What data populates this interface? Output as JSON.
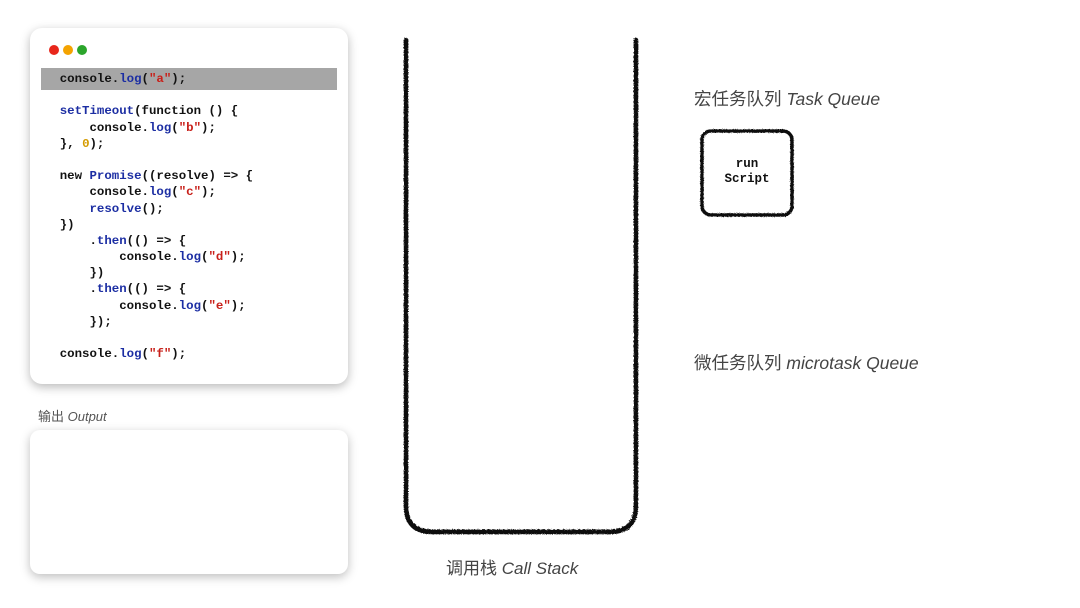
{
  "colors": {
    "traffic_red": "#e8261b",
    "traffic_yellow": "#f4a300",
    "traffic_green": "#2ba52b",
    "highlight": "#a6a6a6",
    "code_function": "#1c2ea3",
    "code_string": "#c8201a",
    "code_number": "#d49b00",
    "rough_stroke": "#111111"
  },
  "code_window": {
    "highlighted_line_index": 0,
    "lines": [
      [
        {
          "t": "    console.",
          "c": "plain"
        },
        {
          "t": "log",
          "c": "fn"
        },
        {
          "t": "(",
          "c": "plain"
        },
        {
          "t": "\"a\"",
          "c": "str"
        },
        {
          "t": ");",
          "c": "plain"
        }
      ],
      [],
      [
        {
          "t": "    ",
          "c": "plain"
        },
        {
          "t": "setTimeout",
          "c": "fn"
        },
        {
          "t": "(function () {",
          "c": "plain"
        }
      ],
      [
        {
          "t": "        console.",
          "c": "plain"
        },
        {
          "t": "log",
          "c": "fn"
        },
        {
          "t": "(",
          "c": "plain"
        },
        {
          "t": "\"b\"",
          "c": "str"
        },
        {
          "t": ");",
          "c": "plain"
        }
      ],
      [
        {
          "t": "    }, ",
          "c": "plain"
        },
        {
          "t": "0",
          "c": "num"
        },
        {
          "t": ");",
          "c": "plain"
        }
      ],
      [],
      [
        {
          "t": "    new ",
          "c": "plain"
        },
        {
          "t": "Promise",
          "c": "fn"
        },
        {
          "t": "((resolve) => {",
          "c": "plain"
        }
      ],
      [
        {
          "t": "        console.",
          "c": "plain"
        },
        {
          "t": "log",
          "c": "fn"
        },
        {
          "t": "(",
          "c": "plain"
        },
        {
          "t": "\"c\"",
          "c": "str"
        },
        {
          "t": ");",
          "c": "plain"
        }
      ],
      [
        {
          "t": "        ",
          "c": "plain"
        },
        {
          "t": "resolve",
          "c": "fn"
        },
        {
          "t": "();",
          "c": "plain"
        }
      ],
      [
        {
          "t": "    })",
          "c": "plain"
        }
      ],
      [
        {
          "t": "        .",
          "c": "plain"
        },
        {
          "t": "then",
          "c": "fn"
        },
        {
          "t": "(() => {",
          "c": "plain"
        }
      ],
      [
        {
          "t": "            console.",
          "c": "plain"
        },
        {
          "t": "log",
          "c": "fn"
        },
        {
          "t": "(",
          "c": "plain"
        },
        {
          "t": "\"d\"",
          "c": "str"
        },
        {
          "t": ");",
          "c": "plain"
        }
      ],
      [
        {
          "t": "        })",
          "c": "plain"
        }
      ],
      [
        {
          "t": "        .",
          "c": "plain"
        },
        {
          "t": "then",
          "c": "fn"
        },
        {
          "t": "(() => {",
          "c": "plain"
        }
      ],
      [
        {
          "t": "            console.",
          "c": "plain"
        },
        {
          "t": "log",
          "c": "fn"
        },
        {
          "t": "(",
          "c": "plain"
        },
        {
          "t": "\"e\"",
          "c": "str"
        },
        {
          "t": ");",
          "c": "plain"
        }
      ],
      [
        {
          "t": "        });",
          "c": "plain"
        }
      ],
      [],
      [
        {
          "t": "    console.",
          "c": "plain"
        },
        {
          "t": "log",
          "c": "fn"
        },
        {
          "t": "(",
          "c": "plain"
        },
        {
          "t": "\"f\"",
          "c": "str"
        },
        {
          "t": ");",
          "c": "plain"
        }
      ]
    ]
  },
  "output": {
    "label_cn": "输出 ",
    "label_en": "Output"
  },
  "call_stack": {
    "label_cn": "调用栈 ",
    "label_en": "Call Stack"
  },
  "task_queue": {
    "label_cn": "宏任务队列 ",
    "label_en": "Task Queue",
    "items": [
      {
        "line1": "run",
        "line2": "Script"
      }
    ]
  },
  "microtask_queue": {
    "label_cn": "微任务队列 ",
    "label_en": "microtask Queue"
  }
}
